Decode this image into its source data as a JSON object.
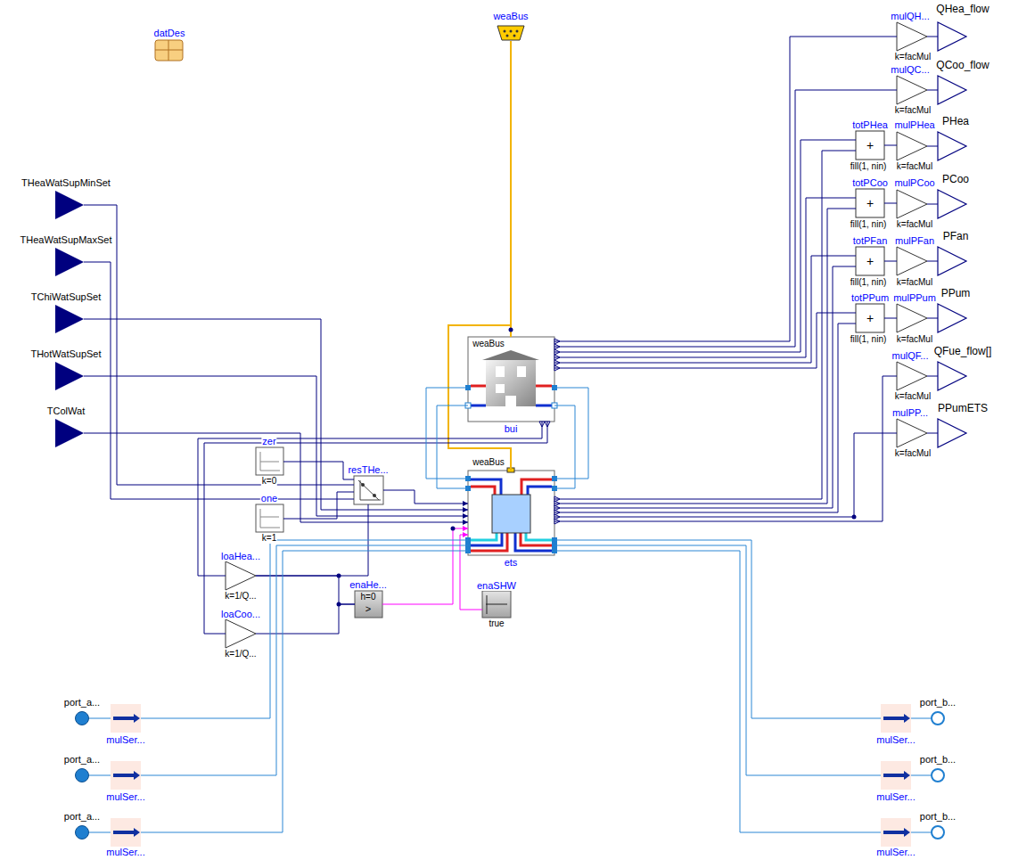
{
  "diagram": {
    "nodes": [
      {
        "text": [
          "datDes"
        ]
      },
      {
        "text": [
          "weaBus"
        ]
      },
      {
        "text": [
          "THeaWatSupMinSet"
        ]
      },
      {
        "text": [
          "THeaWatSupMaxSet"
        ]
      },
      {
        "text": [
          "TChiWatSupSet"
        ]
      },
      {
        "text": [
          "THotWatSupSet"
        ]
      },
      {
        "text": [
          "TColWat"
        ]
      },
      {
        "text": [
          "weaBus",
          "bui"
        ]
      },
      {
        "text": [
          "weaBus",
          "ets"
        ]
      },
      {
        "text": [
          "zer",
          "k=0"
        ]
      },
      {
        "text": [
          "one",
          "k=1"
        ]
      },
      {
        "text": [
          "resTHe..."
        ]
      },
      {
        "text": [
          "loaHea...",
          "k=1/Q..."
        ]
      },
      {
        "text": [
          "loaCoo...",
          "k=1/Q..."
        ]
      },
      {
        "text": [
          "enaHe...",
          "h=0",
          ">"
        ]
      },
      {
        "text": [
          "enaSHW",
          "true"
        ]
      },
      {
        "text": [
          "mulQH...",
          "k=facMul"
        ]
      },
      {
        "text": [
          "QHea_flow"
        ]
      },
      {
        "text": [
          "mulQC...",
          "k=facMul"
        ]
      },
      {
        "text": [
          "QCoo_flow"
        ]
      },
      {
        "text": [
          "totPHea",
          "+",
          "fill(1, nin)"
        ]
      },
      {
        "text": [
          "mulPHea",
          "k=facMul"
        ]
      },
      {
        "text": [
          "PHea"
        ]
      },
      {
        "text": [
          "totPCoo",
          "+",
          "fill(1, nin)"
        ]
      },
      {
        "text": [
          "mulPCoo",
          "k=facMul"
        ]
      },
      {
        "text": [
          "PCoo"
        ]
      },
      {
        "text": [
          "totPFan",
          "+",
          "fill(1, nin)"
        ]
      },
      {
        "text": [
          "mulPFan",
          "k=facMul"
        ]
      },
      {
        "text": [
          "PFan"
        ]
      },
      {
        "text": [
          "totPPum",
          "+",
          "fill(1, nin)"
        ]
      },
      {
        "text": [
          "mulPPum",
          "k=facMul"
        ]
      },
      {
        "text": [
          "PPum"
        ]
      },
      {
        "text": [
          "mulQF...",
          "k=facMul"
        ]
      },
      {
        "text": [
          "QFue_flow[]"
        ]
      },
      {
        "text": [
          "mulPP...",
          "k=facMul"
        ]
      },
      {
        "text": [
          "PPumETS"
        ]
      },
      {
        "text": [
          "port_a..."
        ]
      },
      {
        "text": [
          "mulSer..."
        ]
      },
      {
        "text": [
          "port_a..."
        ]
      },
      {
        "text": [
          "mulSer..."
        ]
      },
      {
        "text": [
          "port_a..."
        ]
      },
      {
        "text": [
          "mulSer..."
        ]
      },
      {
        "text": [
          "mulSer..."
        ]
      },
      {
        "text": [
          "port_b..."
        ]
      },
      {
        "text": [
          "mulSer..."
        ]
      },
      {
        "text": [
          "port_b..."
        ]
      },
      {
        "text": [
          "mulSer..."
        ]
      },
      {
        "text": [
          "port_b..."
        ]
      }
    ],
    "edges": [
      {
        "from": 1,
        "to": 7,
        "arrow": "none"
      },
      {
        "from": 1,
        "to": 8,
        "arrow": "none"
      },
      {
        "from": 2,
        "to": 11,
        "arrow": "none"
      },
      {
        "from": 3,
        "to": 11,
        "arrow": "none"
      },
      {
        "from": 4,
        "to": 8,
        "arrow": "none"
      },
      {
        "from": 5,
        "to": 8,
        "arrow": "none"
      },
      {
        "from": 6,
        "to": 8,
        "arrow": "none"
      },
      {
        "from": 9,
        "to": 11,
        "arrow": "none"
      },
      {
        "from": 10,
        "to": 11,
        "arrow": "none"
      },
      {
        "from": 11,
        "to": 8,
        "arrow": "none"
      },
      {
        "from": 7,
        "to": 12,
        "arrow": "none"
      },
      {
        "from": 7,
        "to": 13,
        "arrow": "none"
      },
      {
        "from": 12,
        "to": 11,
        "arrow": "none"
      },
      {
        "from": 12,
        "to": 14,
        "arrow": "none"
      },
      {
        "from": 13,
        "to": 14,
        "arrow": "none"
      },
      {
        "from": 14,
        "to": 8,
        "arrow": "none"
      },
      {
        "from": 15,
        "to": 8,
        "arrow": "none"
      },
      {
        "from": 7,
        "to": 16,
        "arrow": "none"
      },
      {
        "from": 7,
        "to": 18,
        "arrow": "none"
      },
      {
        "from": 7,
        "to": 20,
        "arrow": "none"
      },
      {
        "from": 7,
        "to": 23,
        "arrow": "none"
      },
      {
        "from": 7,
        "to": 26,
        "arrow": "none"
      },
      {
        "from": 7,
        "to": 29,
        "arrow": "none"
      },
      {
        "from": 8,
        "to": 20,
        "arrow": "none"
      },
      {
        "from": 8,
        "to": 23,
        "arrow": "none"
      },
      {
        "from": 8,
        "to": 26,
        "arrow": "none"
      },
      {
        "from": 8,
        "to": 29,
        "arrow": "none"
      },
      {
        "from": 8,
        "to": 34,
        "arrow": "none"
      },
      {
        "from": 8,
        "to": 32,
        "arrow": "none"
      },
      {
        "from": 16,
        "to": 17,
        "arrow": "none"
      },
      {
        "from": 18,
        "to": 19,
        "arrow": "none"
      },
      {
        "from": 20,
        "to": 21,
        "arrow": "none"
      },
      {
        "from": 21,
        "to": 22,
        "arrow": "none"
      },
      {
        "from": 23,
        "to": 24,
        "arrow": "none"
      },
      {
        "from": 24,
        "to": 25,
        "arrow": "none"
      },
      {
        "from": 26,
        "to": 27,
        "arrow": "none"
      },
      {
        "from": 27,
        "to": 28,
        "arrow": "none"
      },
      {
        "from": 29,
        "to": 30,
        "arrow": "none"
      },
      {
        "from": 30,
        "to": 31,
        "arrow": "none"
      },
      {
        "from": 32,
        "to": 33,
        "arrow": "none"
      },
      {
        "from": 34,
        "to": 35,
        "arrow": "none"
      },
      {
        "from": 7,
        "to": 8,
        "arrow": "none"
      },
      {
        "from": 7,
        "to": 8,
        "arrow": "none"
      },
      {
        "from": 7,
        "to": 8,
        "arrow": "none"
      },
      {
        "from": 7,
        "to": 8,
        "arrow": "none"
      },
      {
        "from": 36,
        "to": 37,
        "arrow": "none"
      },
      {
        "from": 38,
        "to": 39,
        "arrow": "none"
      },
      {
        "from": 40,
        "to": 41,
        "arrow": "none"
      },
      {
        "from": 37,
        "to": 8,
        "arrow": "none"
      },
      {
        "from": 39,
        "to": 8,
        "arrow": "none"
      },
      {
        "from": 41,
        "to": 8,
        "arrow": "none"
      },
      {
        "from": 8,
        "to": 42,
        "arrow": "none"
      },
      {
        "from": 8,
        "to": 44,
        "arrow": "none"
      },
      {
        "from": 8,
        "to": 46,
        "arrow": "none"
      },
      {
        "from": 42,
        "to": 43,
        "arrow": "none"
      },
      {
        "from": 44,
        "to": 45,
        "arrow": "none"
      },
      {
        "from": 46,
        "to": 47,
        "arrow": "none"
      }
    ]
  }
}
